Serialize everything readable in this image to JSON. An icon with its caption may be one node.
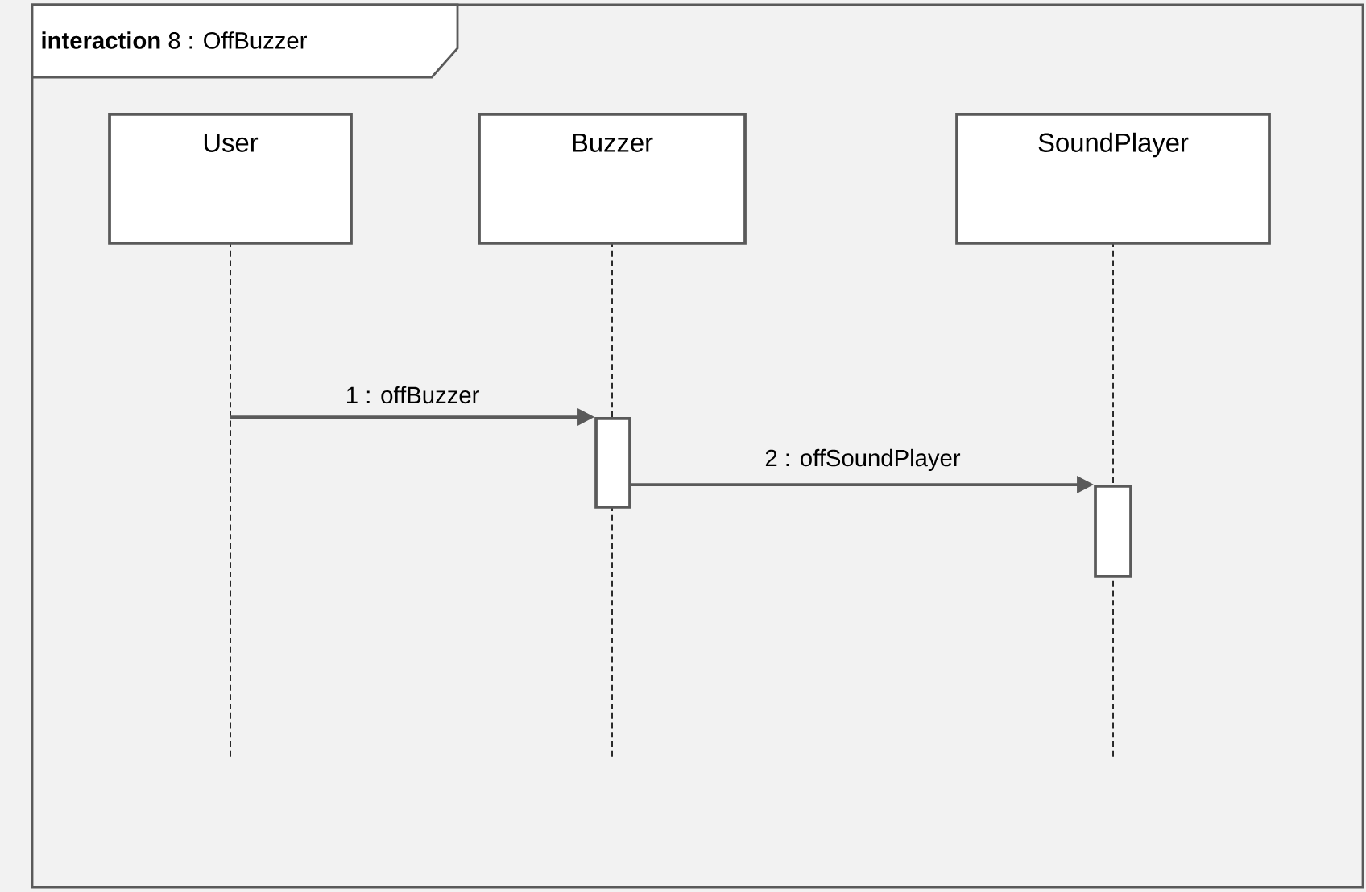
{
  "diagram": {
    "title": "**interaction** 8 : OffBuzzer",
    "nodes": [
      {
        "text": [
          "User"
        ]
      },
      {
        "text": [
          "Buzzer"
        ]
      },
      {
        "text": [
          "SoundPlayer"
        ]
      },
      {
        "text": [],
        "shape": "bar",
        "in": 1
      },
      {
        "text": [],
        "shape": "bar",
        "in": 2
      }
    ],
    "edges": [
      {
        "from": 0,
        "to": 3,
        "arrow": "to",
        "label": "1 : offBuzzer"
      },
      {
        "from": 3,
        "to": 4,
        "arrow": "to",
        "label": "2 : offSoundPlayer"
      }
    ]
  }
}
